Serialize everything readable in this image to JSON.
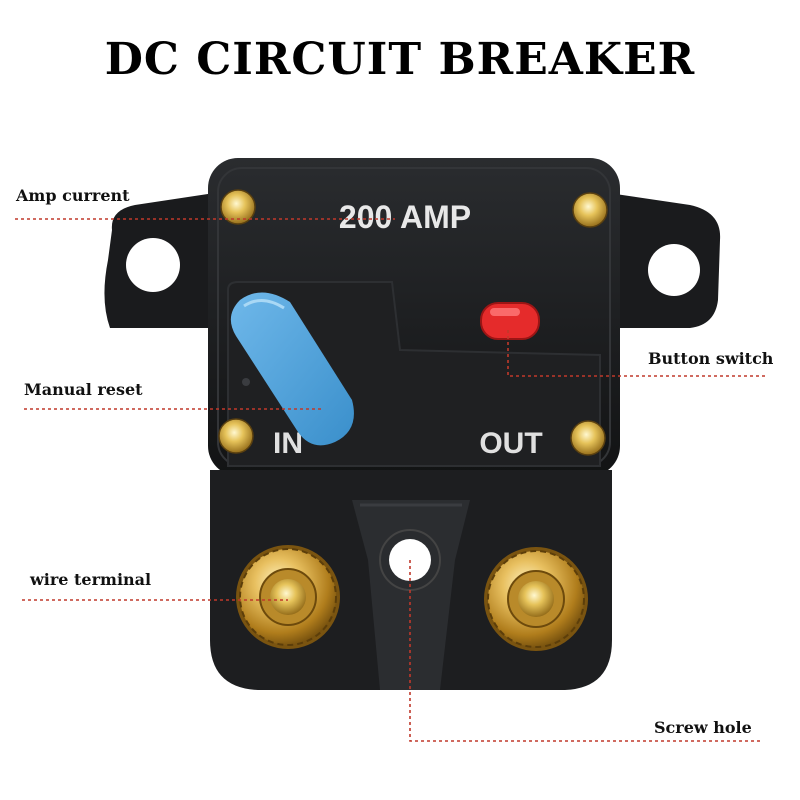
{
  "title": "DC CIRCUIT BREAKER",
  "device": {
    "rating_text": "200 AMP",
    "in_label": "IN",
    "out_label": "OUT"
  },
  "callouts": {
    "amp_current": "Amp current",
    "manual_reset": "Manual reset",
    "wire_terminal": "wire terminal",
    "button_switch": "Button switch",
    "screw_hole": "Screw hole"
  },
  "colors": {
    "leader_line": "#c0392b",
    "body": "#17181a",
    "reset_lever": "#4a9fd8",
    "button": "#e52b2b",
    "brass": "#d4a53c"
  }
}
